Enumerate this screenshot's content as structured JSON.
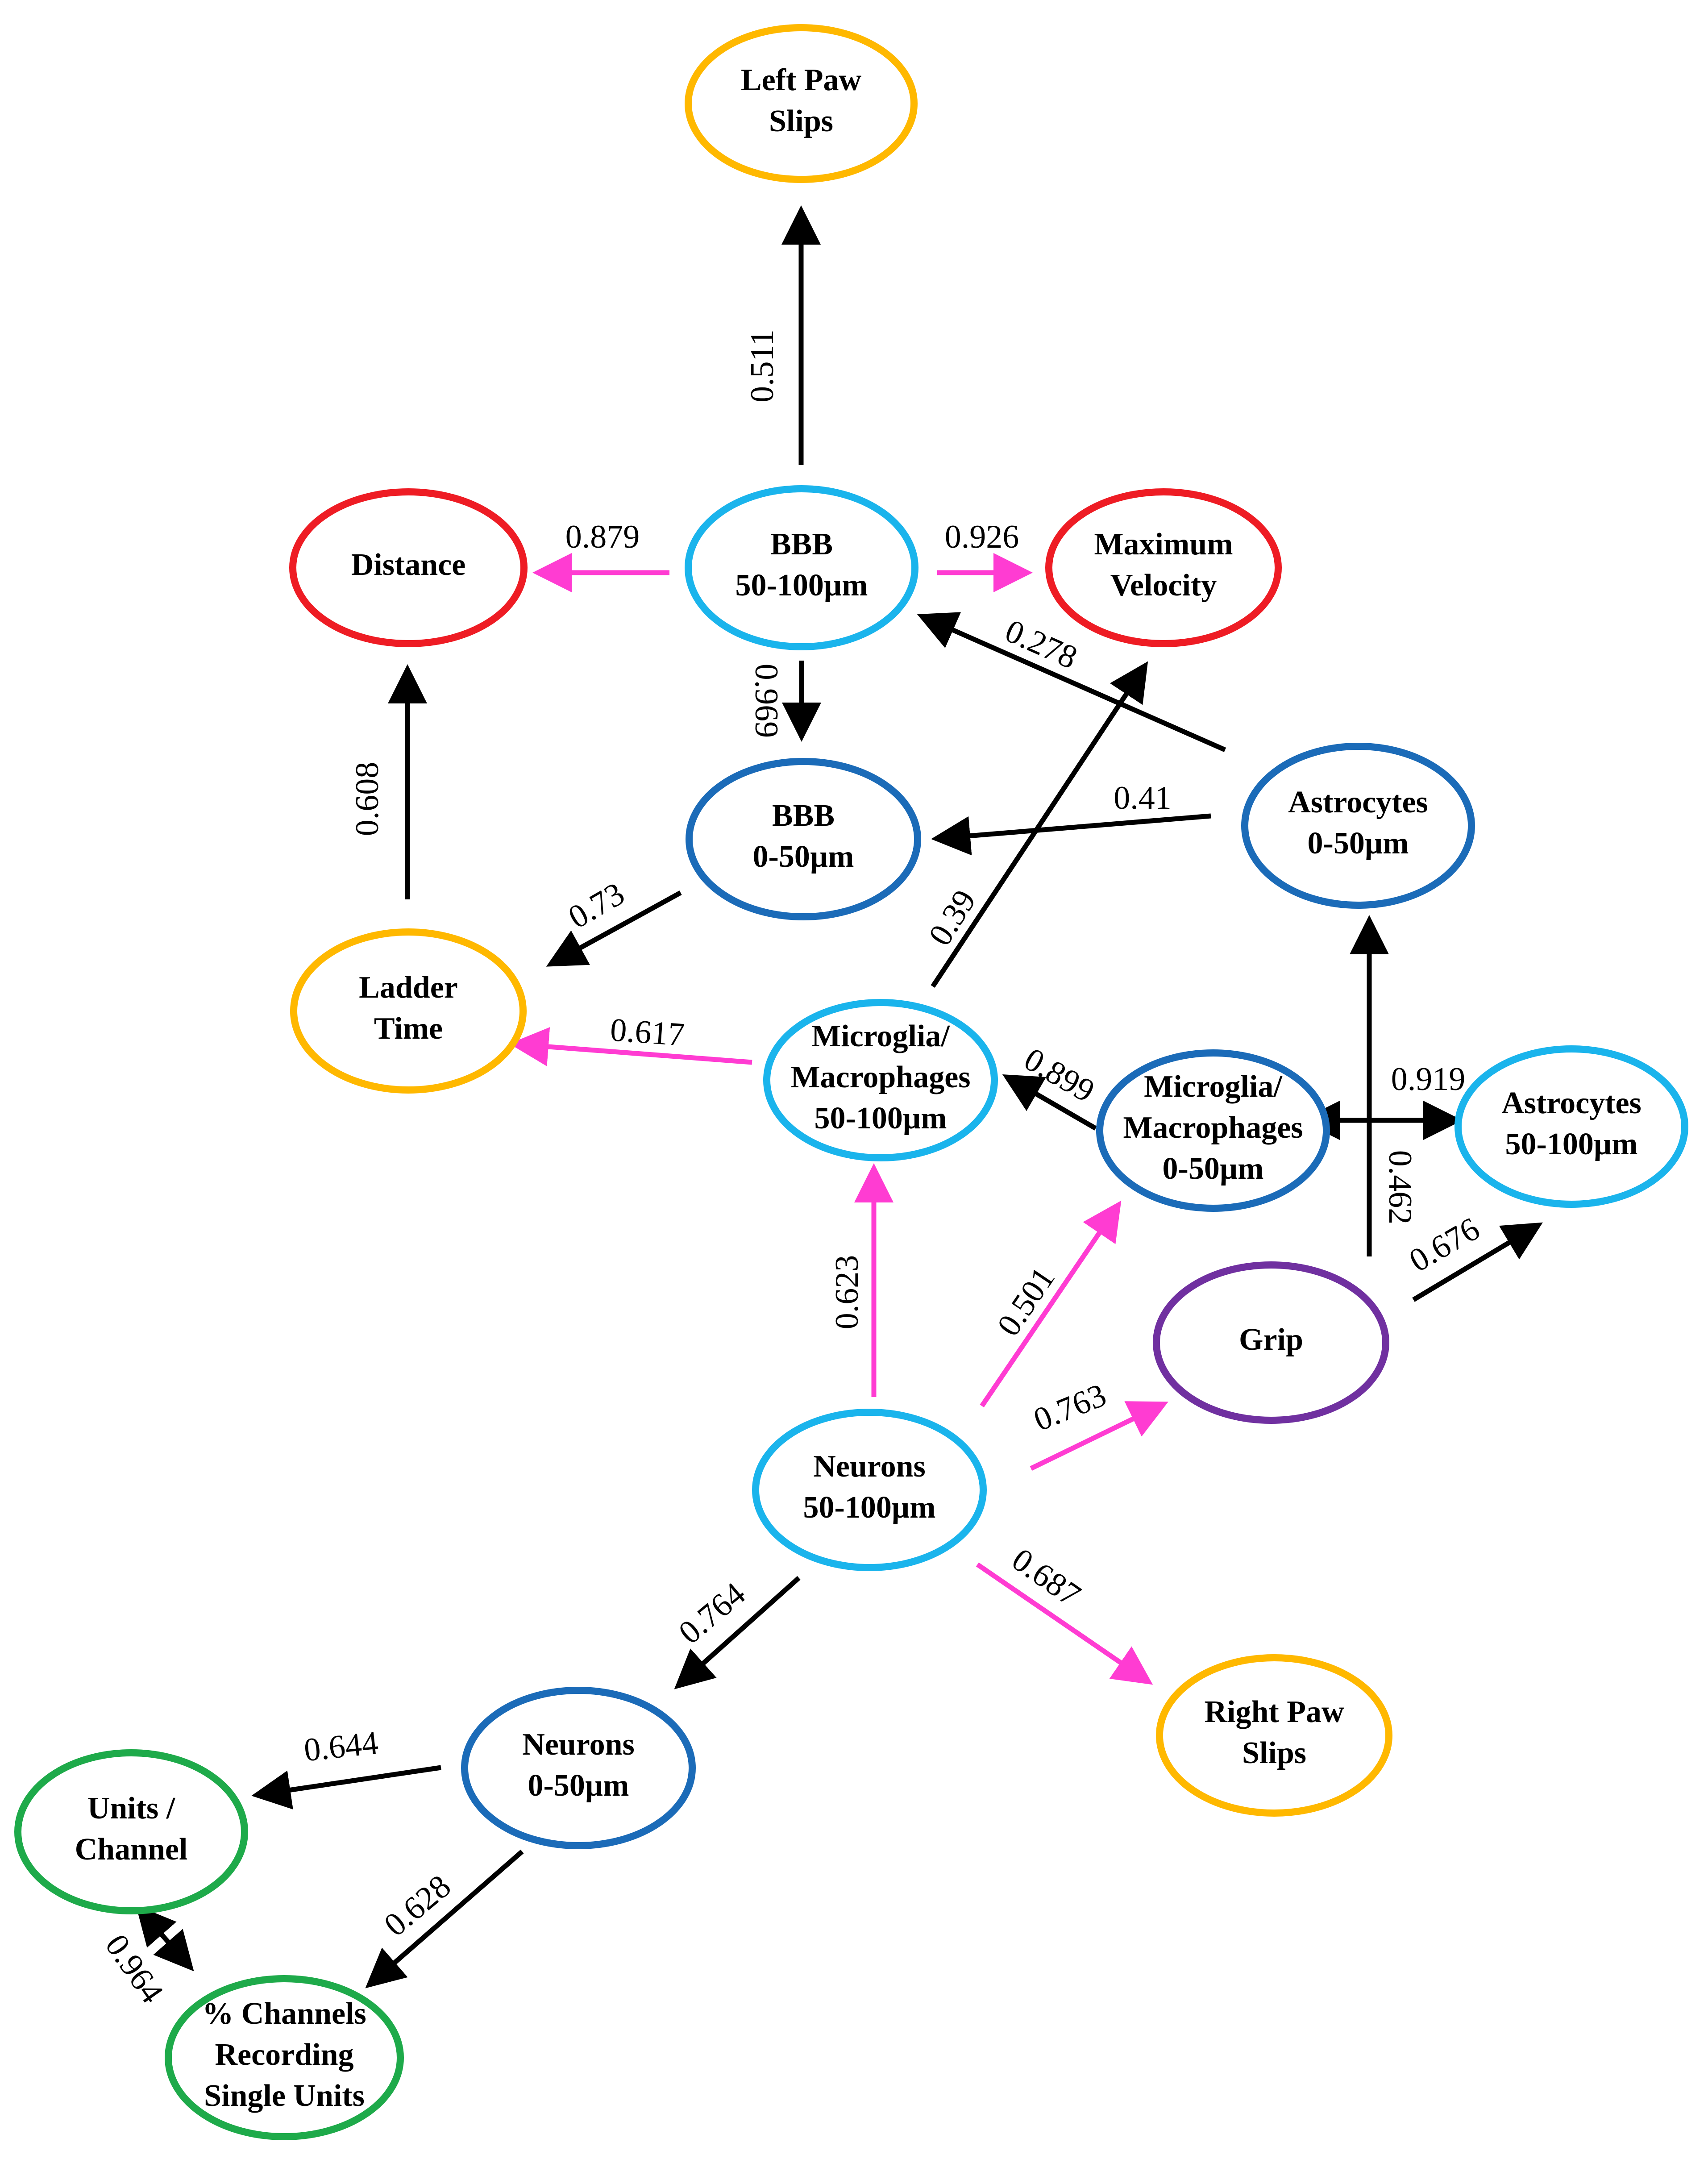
{
  "colors": {
    "orange": "#FFB800",
    "red": "#EE1C24",
    "light_blue": "#1AB4EC",
    "dark_blue": "#1B6BB8",
    "purple": "#7030A0",
    "green": "#1EAA4A",
    "black": "#000000",
    "pink": "#FF3CD2"
  },
  "nodes": [
    {
      "id": "left-paw-slips",
      "lines": [
        "Left Paw",
        "Slips"
      ],
      "color": "orange"
    },
    {
      "id": "distance",
      "lines": [
        "Distance"
      ],
      "color": "red"
    },
    {
      "id": "bbb-50-100",
      "lines": [
        "BBB",
        "50-100µm"
      ],
      "color": "light_blue"
    },
    {
      "id": "maximum-velocity",
      "lines": [
        "Maximum",
        "Velocity"
      ],
      "color": "red"
    },
    {
      "id": "bbb-0-50",
      "lines": [
        "BBB",
        "0-50µm"
      ],
      "color": "dark_blue"
    },
    {
      "id": "astrocytes-0-50",
      "lines": [
        "Astrocytes",
        "0-50µm"
      ],
      "color": "dark_blue"
    },
    {
      "id": "ladder-time",
      "lines": [
        "Ladder",
        "Time"
      ],
      "color": "orange"
    },
    {
      "id": "microglia-50-100",
      "lines": [
        "Microglia/",
        "Macrophages",
        "50-100µm"
      ],
      "color": "light_blue"
    },
    {
      "id": "microglia-0-50",
      "lines": [
        "Microglia/",
        "Macrophages",
        "0-50µm"
      ],
      "color": "dark_blue"
    },
    {
      "id": "astrocytes-50-100",
      "lines": [
        "Astrocytes",
        "50-100µm"
      ],
      "color": "light_blue"
    },
    {
      "id": "grip",
      "lines": [
        "Grip"
      ],
      "color": "purple"
    },
    {
      "id": "neurons-50-100",
      "lines": [
        "Neurons",
        "50-100µm"
      ],
      "color": "light_blue"
    },
    {
      "id": "neurons-0-50",
      "lines": [
        "Neurons",
        "0-50µm"
      ],
      "color": "dark_blue"
    },
    {
      "id": "right-paw-slips",
      "lines": [
        "Right Paw",
        "Slips"
      ],
      "color": "orange"
    },
    {
      "id": "units-channel",
      "lines": [
        "Units /",
        "Channel"
      ],
      "color": "green"
    },
    {
      "id": "pct-channels",
      "lines": [
        "% Channels",
        "Recording",
        "Single Units"
      ],
      "color": "green"
    }
  ],
  "edges": [
    {
      "from": "bbb-50-100",
      "to": "left-paw-slips",
      "value": "0.511",
      "color": "black"
    },
    {
      "from": "bbb-50-100",
      "to": "distance",
      "value": "0.879",
      "color": "pink"
    },
    {
      "from": "bbb-50-100",
      "to": "maximum-velocity",
      "value": "0.926",
      "color": "pink"
    },
    {
      "from": "bbb-50-100",
      "to": "bbb-0-50",
      "value": "0.969",
      "color": "black"
    },
    {
      "from": "astrocytes-0-50",
      "to": "bbb-50-100",
      "value": "0.278",
      "color": "black"
    },
    {
      "from": "astrocytes-0-50",
      "to": "bbb-0-50",
      "value": "0.41",
      "color": "black"
    },
    {
      "from": "ladder-time",
      "to": "distance",
      "value": "0.608",
      "color": "black"
    },
    {
      "from": "bbb-0-50",
      "to": "ladder-time",
      "value": "0.73",
      "color": "black"
    },
    {
      "from": "microglia-50-100",
      "to": "maximum-velocity",
      "value": "0.39",
      "color": "black"
    },
    {
      "from": "microglia-50-100",
      "to": "ladder-time",
      "value": "0.617",
      "color": "pink"
    },
    {
      "from": "microglia-0-50",
      "to": "microglia-50-100",
      "value": "0.899",
      "color": "black"
    },
    {
      "from": "microglia-0-50",
      "to": "astrocytes-50-100",
      "value": "0.919",
      "color": "black",
      "bidirectional": true
    },
    {
      "from": "grip",
      "to": "astrocytes-0-50",
      "value": "0.462",
      "color": "black"
    },
    {
      "from": "grip",
      "to": "astrocytes-50-100",
      "value": "0.676",
      "color": "black"
    },
    {
      "from": "neurons-50-100",
      "to": "microglia-50-100",
      "value": "0.623",
      "color": "pink"
    },
    {
      "from": "neurons-50-100",
      "to": "microglia-0-50",
      "value": "0.501",
      "color": "pink"
    },
    {
      "from": "neurons-50-100",
      "to": "grip",
      "value": "0.763",
      "color": "pink"
    },
    {
      "from": "neurons-50-100",
      "to": "right-paw-slips",
      "value": "0.687",
      "color": "pink"
    },
    {
      "from": "neurons-50-100",
      "to": "neurons-0-50",
      "value": "0.764",
      "color": "black"
    },
    {
      "from": "neurons-0-50",
      "to": "units-channel",
      "value": "0.644",
      "color": "black"
    },
    {
      "from": "neurons-0-50",
      "to": "pct-channels",
      "value": "0.628",
      "color": "black"
    },
    {
      "from": "units-channel",
      "to": "pct-channels",
      "value": "0.964",
      "color": "black",
      "bidirectional": true
    }
  ]
}
